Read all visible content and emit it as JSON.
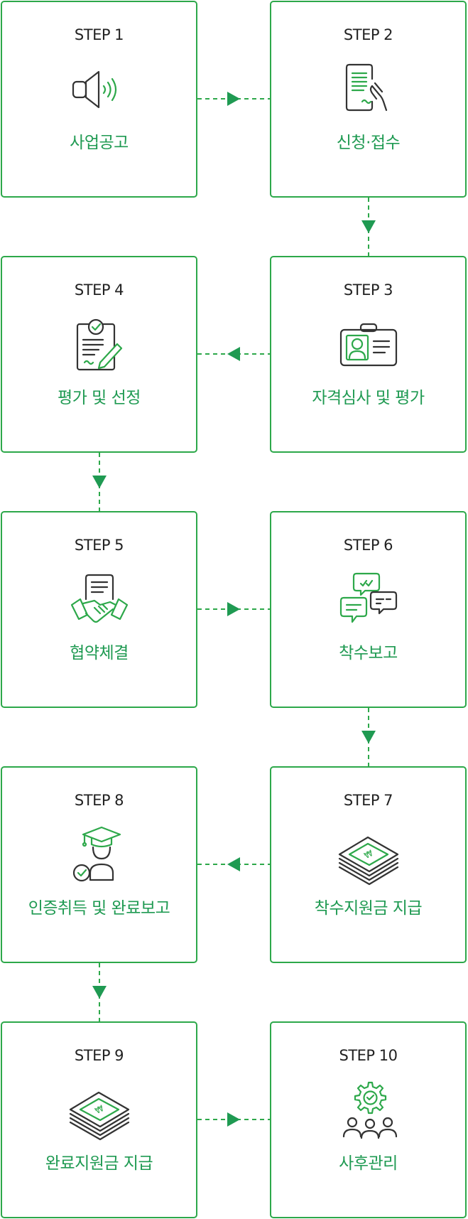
{
  "accent": "#2da84a",
  "title_color": "#1f9a52",
  "steps": [
    {
      "label": "STEP 1",
      "title": "사업공고",
      "icon": "megaphone-icon"
    },
    {
      "label": "STEP 2",
      "title": "신청·접수",
      "icon": "application-document-icon"
    },
    {
      "label": "STEP 3",
      "title": "자격심사 및 평가",
      "icon": "id-card-icon"
    },
    {
      "label": "STEP 4",
      "title": "평가 및 선정",
      "icon": "clipboard-check-icon"
    },
    {
      "label": "STEP 5",
      "title": "협약체결",
      "icon": "handshake-icon"
    },
    {
      "label": "STEP 6",
      "title": "착수보고",
      "icon": "chat-bubbles-icon"
    },
    {
      "label": "STEP 7",
      "title": "착수지원금 지급",
      "icon": "money-stack-icon"
    },
    {
      "label": "STEP 8",
      "title": "인증취득 및 완료보고",
      "icon": "graduate-icon"
    },
    {
      "label": "STEP 9",
      "title": "완료지원금 지급",
      "icon": "money-stack-icon"
    },
    {
      "label": "STEP 10",
      "title": "사후관리",
      "icon": "gear-people-icon"
    }
  ]
}
